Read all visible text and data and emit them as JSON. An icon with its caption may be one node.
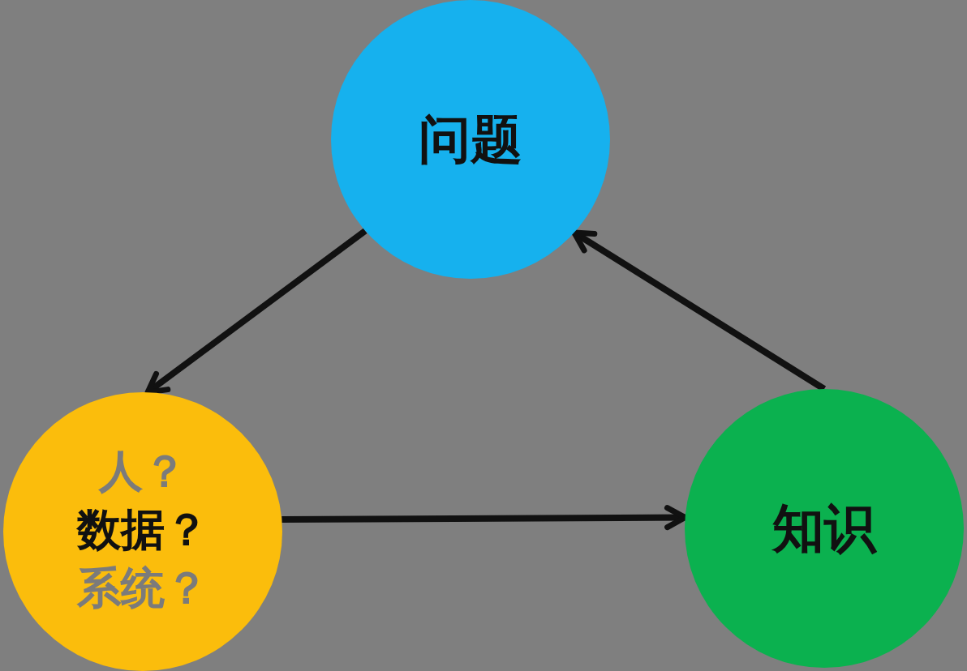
{
  "diagram": {
    "nodes": [
      {
        "text": [
          "问题"
        ]
      },
      {
        "text": [
          "人？",
          "数据？",
          "系统？"
        ]
      },
      {
        "text": [
          "知识"
        ]
      }
    ],
    "edges": [
      {
        "from": 0,
        "to": 1,
        "arrow": "to"
      },
      {
        "from": 1,
        "to": 2,
        "arrow": "to"
      },
      {
        "from": 2,
        "to": 0,
        "arrow": "to"
      }
    ]
  }
}
